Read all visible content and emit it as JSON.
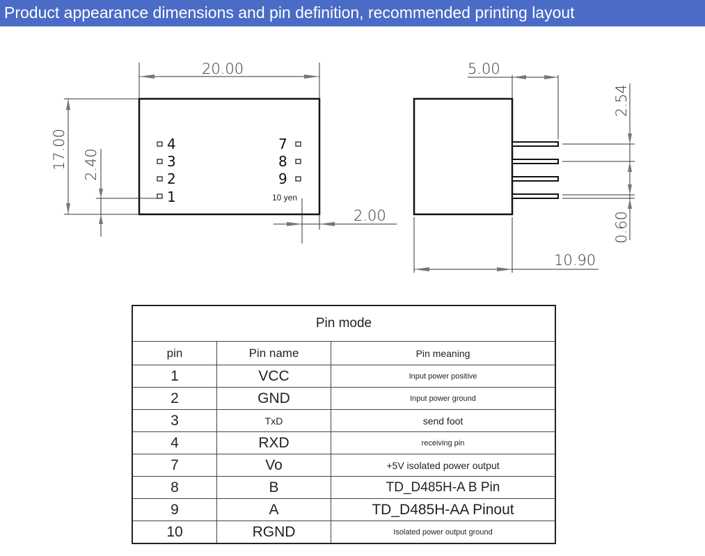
{
  "header": {
    "title": "Product appearance dimensions and pin definition, recommended printing layout",
    "color": "#4a6bc6"
  },
  "front_view": {
    "width_dim": "20.00",
    "height_dim": "17.00",
    "pin_offset_dim": "2.40",
    "edge_dim": "2.00",
    "pins_left": [
      "4",
      "3",
      "2",
      "1"
    ],
    "pins_right": [
      "7",
      "8",
      "9"
    ],
    "pin10_label": "10 yen"
  },
  "side_view": {
    "pin_length_dim": "5.00",
    "pitch_dim": "2.54",
    "pin_width_dim": "0.60",
    "depth_dim": "10.90"
  },
  "table": {
    "title": "Pin mode",
    "headers": [
      "pin",
      "Pin name",
      "Pin meaning"
    ],
    "rows": [
      {
        "pin": "1",
        "name": "VCC",
        "meaning": "Input power positive"
      },
      {
        "pin": "2",
        "name": "GND",
        "meaning": "Input power ground"
      },
      {
        "pin": "3",
        "name": "TxD",
        "meaning": "send foot"
      },
      {
        "pin": "4",
        "name": "RXD",
        "meaning": "receiving pin"
      },
      {
        "pin": "7",
        "name": "Vo",
        "meaning": "+5V isolated power output"
      },
      {
        "pin": "8",
        "name": "B",
        "meaning": "TD_D485H-A B Pin"
      },
      {
        "pin": "9",
        "name": "A",
        "meaning": "TD_D485H-AA Pinout"
      },
      {
        "pin": "10",
        "name": "RGND",
        "meaning": "Isolated power output ground"
      }
    ]
  }
}
